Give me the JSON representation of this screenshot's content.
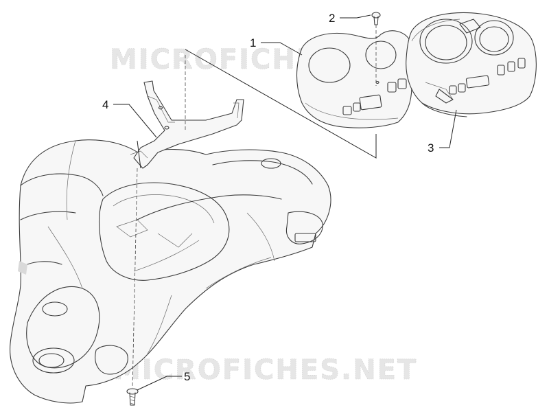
{
  "watermark": {
    "top_text": "MICROFICHES.NET",
    "bottom_text": "MICROFICHES.NET"
  },
  "callouts": [
    {
      "id": "1",
      "label": "1"
    },
    {
      "id": "2",
      "label": "2"
    },
    {
      "id": "3",
      "label": "3"
    },
    {
      "id": "4",
      "label": "4"
    },
    {
      "id": "5",
      "label": "5"
    }
  ],
  "colors": {
    "line": "#3a3a3a",
    "watermark": "#e6e6e6",
    "text": "#111111"
  }
}
